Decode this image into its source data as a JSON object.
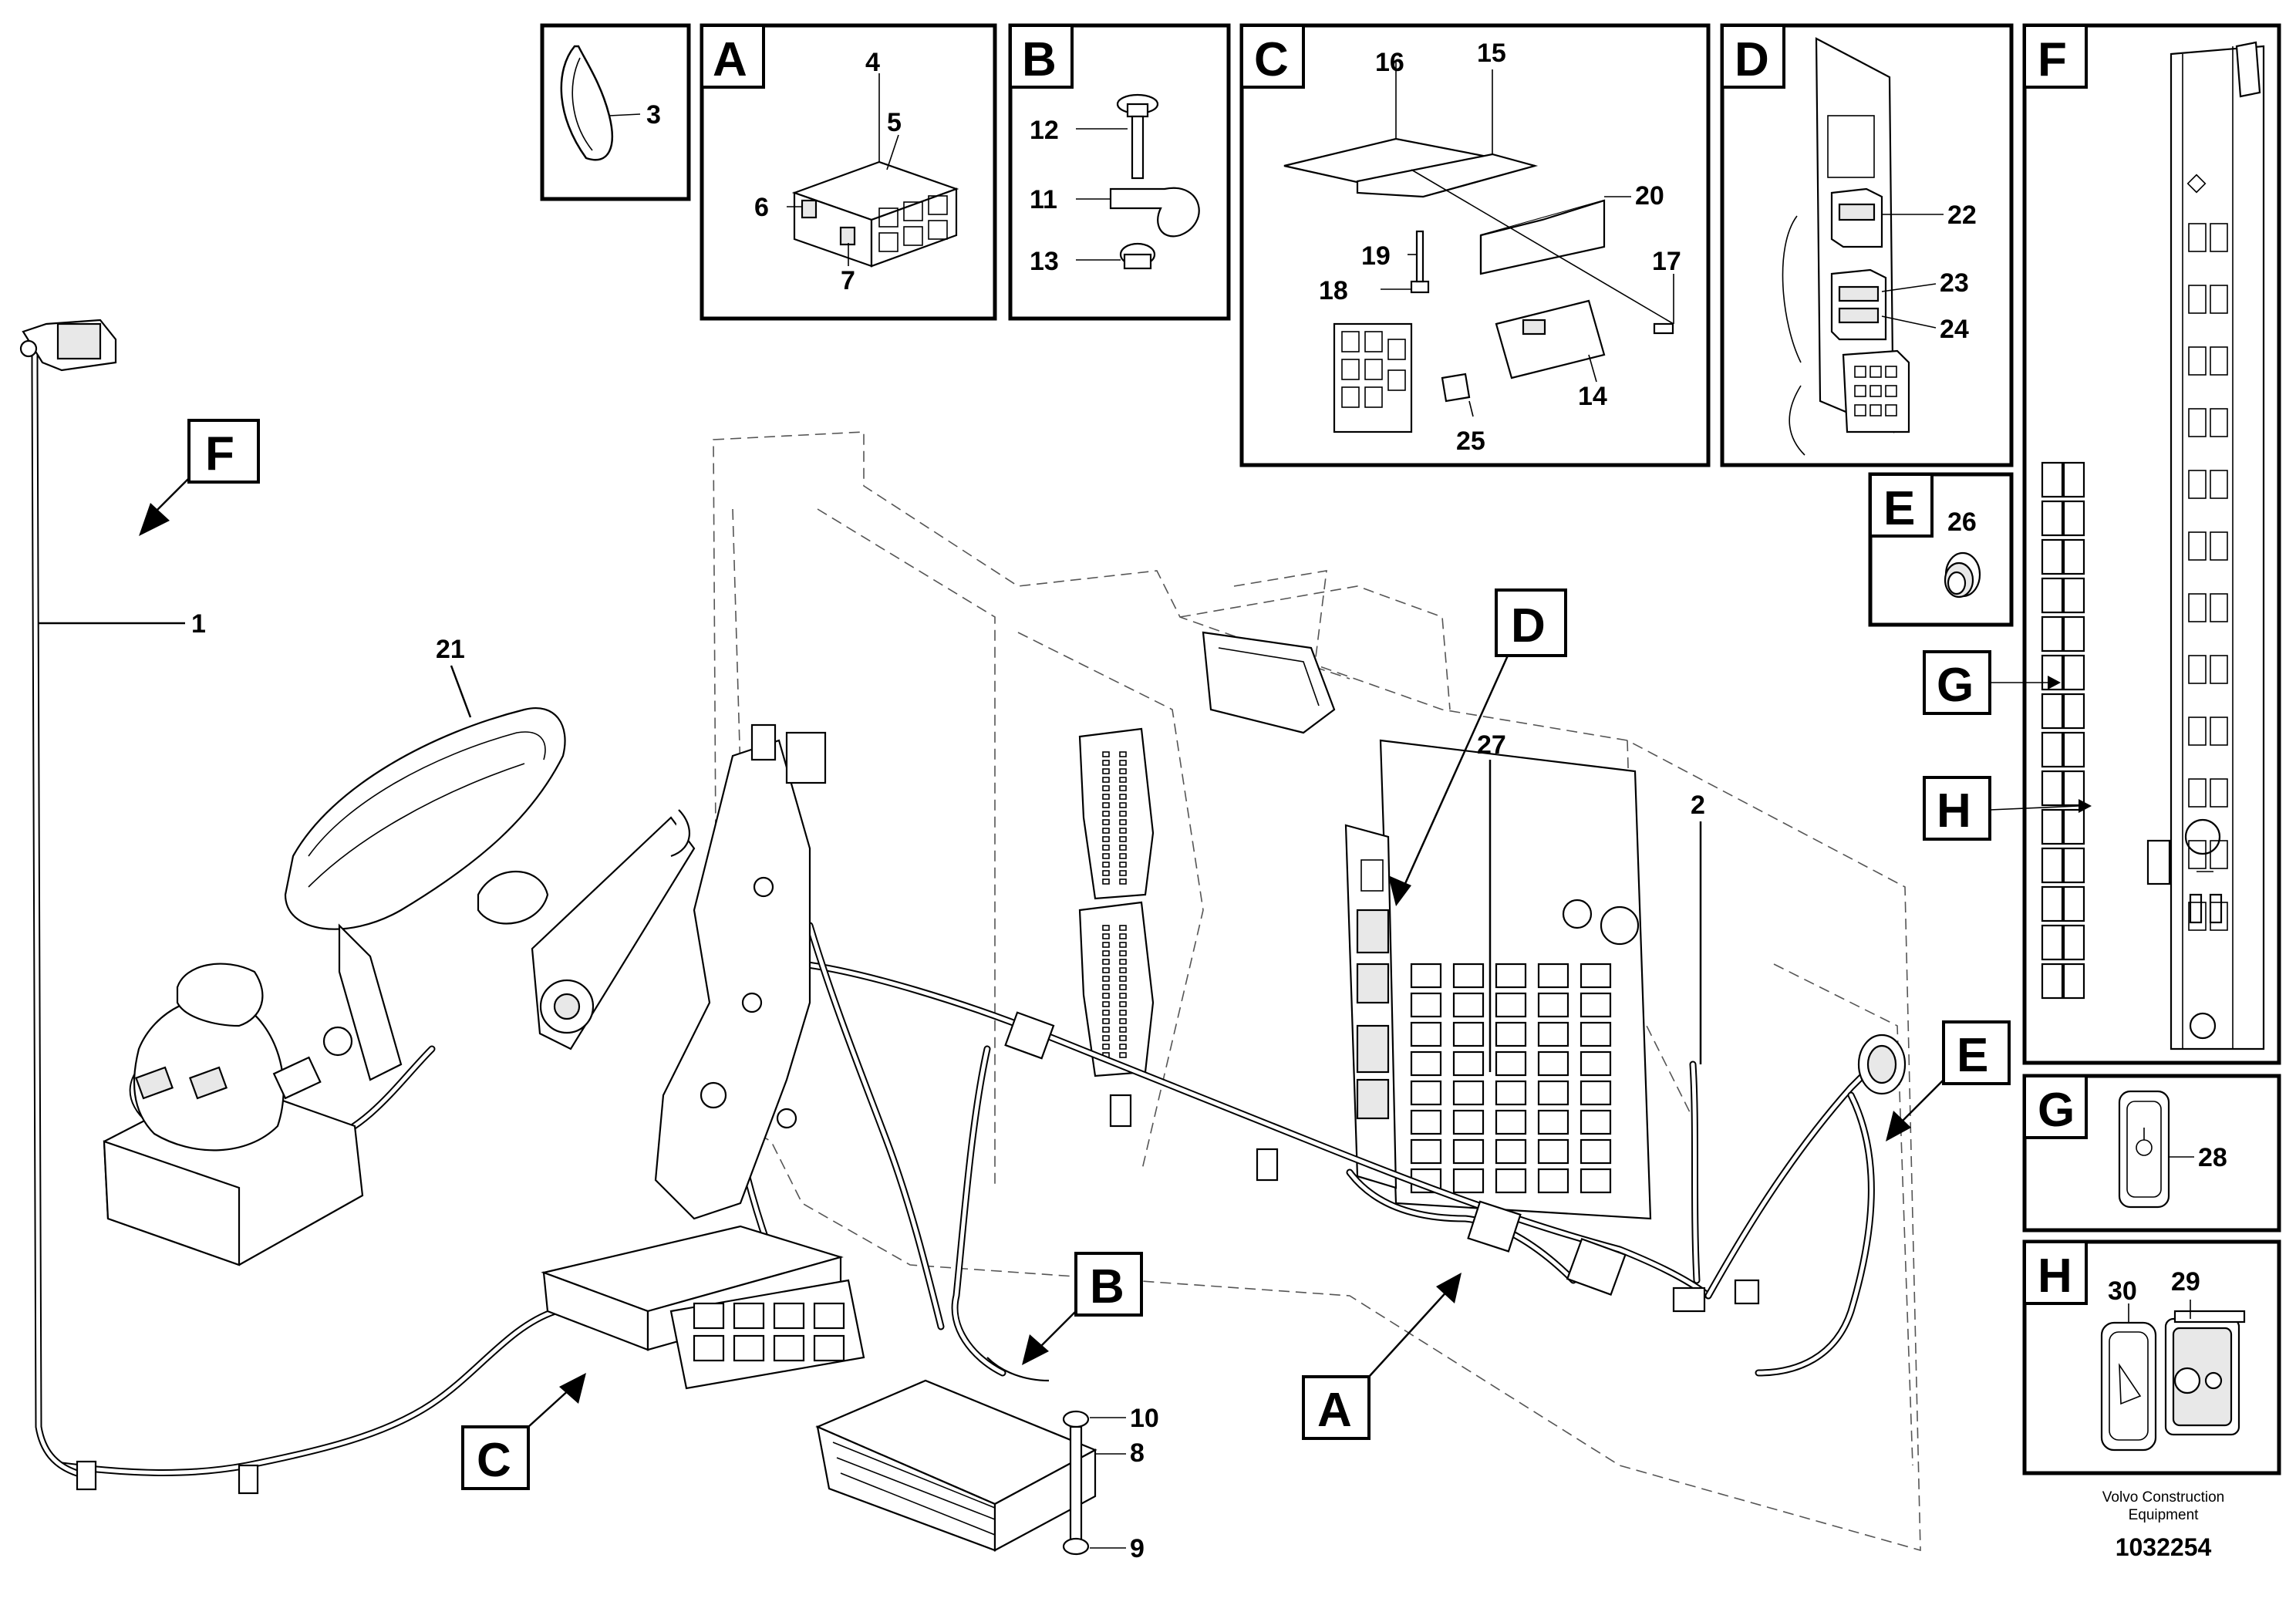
{
  "callouts": {
    "n1": "1",
    "n2": "2",
    "n3": "3",
    "n4": "4",
    "n5": "5",
    "n6": "6",
    "n7": "7",
    "n8": "8",
    "n9": "9",
    "n10": "10",
    "n11": "11",
    "n12": "12",
    "n13": "13",
    "n14": "14",
    "n15": "15",
    "n16": "16",
    "n17": "17",
    "n18": "18",
    "n19": "19",
    "n20": "20",
    "n21": "21",
    "n22": "22",
    "n23": "23",
    "n24": "24",
    "n25": "25",
    "n26": "26",
    "n27": "27",
    "n28": "28",
    "n29": "29",
    "n30": "30"
  },
  "detail_letters": {
    "A": "A",
    "B": "B",
    "C": "C",
    "D": "D",
    "E": "E",
    "F": "F",
    "G": "G",
    "H": "H"
  },
  "footer": {
    "company_line1": "Volvo Construction",
    "company_line2": "Equipment",
    "document_number": "1032254"
  }
}
